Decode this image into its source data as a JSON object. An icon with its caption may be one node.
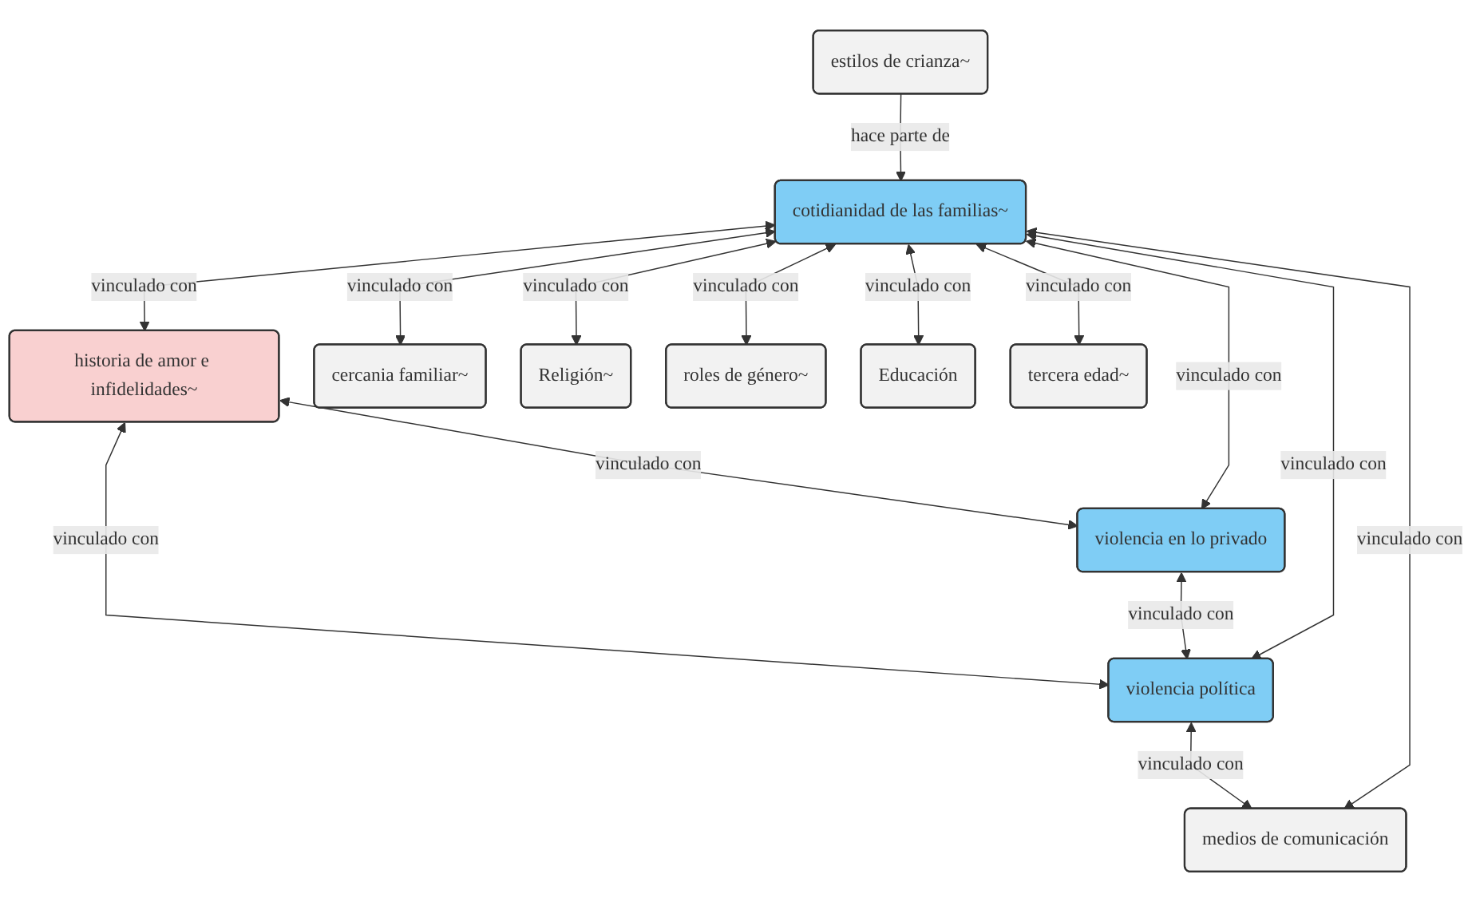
{
  "diagram": {
    "nodes": [
      {
        "text": [
          "historia de amor e infidelidades~"
        ]
      },
      {
        "text": [
          "violencia política"
        ]
      },
      {
        "text": [
          "violencia en lo privado"
        ]
      },
      {
        "text": [
          "cercania familiar~"
        ]
      },
      {
        "text": [
          "medios de comunicación"
        ]
      },
      {
        "text": [
          "estilos de crianza~"
        ]
      },
      {
        "text": [
          "cotidianidad de las familias~"
        ]
      },
      {
        "text": [
          "Religión~"
        ]
      },
      {
        "text": [
          "roles de género~"
        ]
      },
      {
        "text": [
          "Educación"
        ]
      },
      {
        "text": [
          "tercera edad~"
        ]
      }
    ],
    "edges": [
      {
        "from": 0,
        "to": 1,
        "arrow": "both",
        "label": "vinculado con"
      },
      {
        "from": 0,
        "to": 2,
        "arrow": "both",
        "label": "vinculado con"
      },
      {
        "from": 2,
        "to": 1,
        "arrow": "both",
        "label": "vinculado con"
      },
      {
        "from": 6,
        "to": 0,
        "arrow": "both",
        "label": "vinculado con"
      },
      {
        "from": 6,
        "to": 2,
        "arrow": "both",
        "label": "vinculado con"
      },
      {
        "from": 6,
        "to": 1,
        "arrow": "both",
        "label": "vinculado con"
      },
      {
        "from": 1,
        "to": 4,
        "arrow": "both",
        "label": "vinculado con"
      },
      {
        "from": 6,
        "to": 3,
        "arrow": "both",
        "label": "vinculado con"
      },
      {
        "from": 5,
        "to": 6,
        "arrow": "to",
        "label": "hace parte de"
      },
      {
        "from": 6,
        "to": 4,
        "arrow": "both",
        "label": "vinculado con"
      },
      {
        "from": 6,
        "to": 7,
        "arrow": "both",
        "label": "vinculado con"
      },
      {
        "from": 6,
        "to": 8,
        "arrow": "both",
        "label": "vinculado con"
      },
      {
        "from": 6,
        "to": 9,
        "arrow": "both",
        "label": "vinculado con"
      },
      {
        "from": 6,
        "to": 10,
        "arrow": "both",
        "label": "vinculado con"
      }
    ]
  }
}
